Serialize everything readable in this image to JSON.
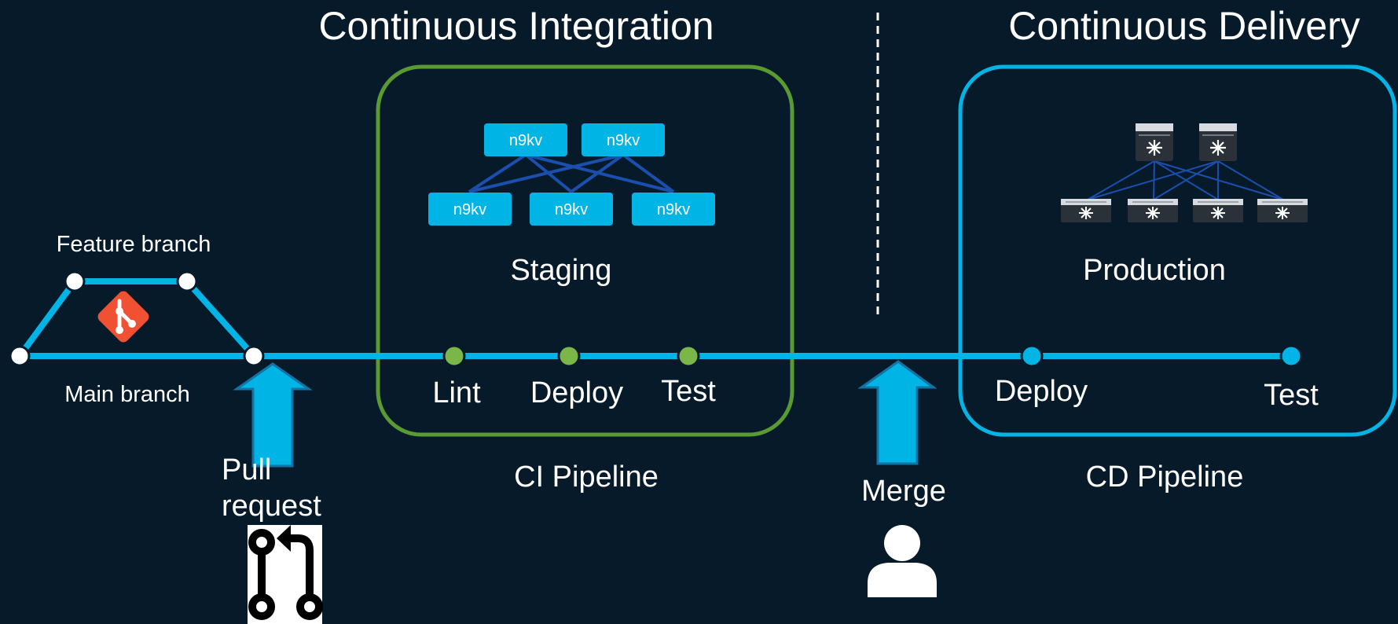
{
  "titles": {
    "ci": "Continuous Integration",
    "cd": "Continuous Delivery"
  },
  "branches": {
    "feature": "Feature branch",
    "main": "Main branch"
  },
  "pull_request": {
    "line1": "Pull",
    "line2": "request"
  },
  "ci": {
    "stage_name": "Staging",
    "pipeline_label": "CI Pipeline",
    "nodes": [
      "n9kv",
      "n9kv",
      "n9kv",
      "n9kv",
      "n9kv"
    ],
    "steps": [
      "Lint",
      "Deploy",
      "Test"
    ]
  },
  "cd": {
    "stage_name": "Production",
    "pipeline_label": "CD Pipeline",
    "steps": [
      "Deploy",
      "Test"
    ]
  },
  "merge_label": "Merge",
  "icons": {
    "git": "git-logo-icon",
    "pull_request": "pull-request-icon",
    "user": "user-icon",
    "switch": "network-switch-icon"
  },
  "colors": {
    "background": "#061a29",
    "main_line": "#00b4e6",
    "ci_box": "#5a9a32",
    "cd_box": "#00b4e6",
    "ci_dot": "#7ab648",
    "git": "#f05133",
    "node": "#00b4e6",
    "link": "#1b4fae"
  }
}
